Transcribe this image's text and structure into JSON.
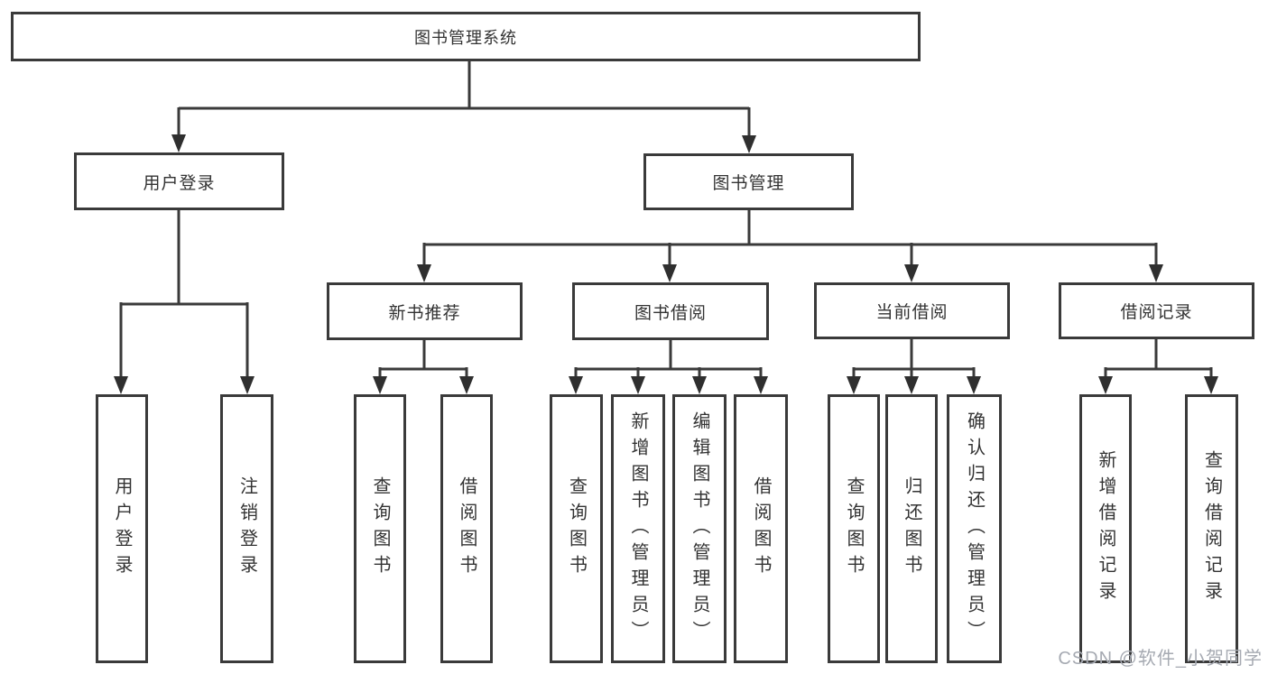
{
  "diagram": {
    "root": {
      "label": "图书管理系统"
    },
    "level2": [
      {
        "label": "用户登录"
      },
      {
        "label": "图书管理"
      }
    ],
    "level3": [
      {
        "label": "新书推荐"
      },
      {
        "label": "图书借阅"
      },
      {
        "label": "当前借阅"
      },
      {
        "label": "借阅记录"
      }
    ],
    "leaves": {
      "user_login": [
        {
          "label": "用户登录"
        },
        {
          "label": "注销登录"
        }
      ],
      "new_book": [
        {
          "label": "查询图书"
        },
        {
          "label": "借阅图书"
        }
      ],
      "book_borrow": [
        {
          "label": "查询图书"
        },
        {
          "label": "新增图书（管理员）"
        },
        {
          "label": "编辑图书（管理员）"
        },
        {
          "label": "借阅图书"
        }
      ],
      "current_borrow": [
        {
          "label": "查询图书"
        },
        {
          "label": "归还图书"
        },
        {
          "label": "确认归还（管理员）"
        }
      ],
      "borrow_records": [
        {
          "label": "新增借阅记录"
        },
        {
          "label": "查询借阅记录"
        }
      ]
    },
    "watermark": {
      "text": "CSDN @软件_小贺同学"
    },
    "colors": {
      "line": "#3a3a3a",
      "text": "#333333",
      "box_background": "#ffffff",
      "watermark": "#a6aab2"
    }
  }
}
